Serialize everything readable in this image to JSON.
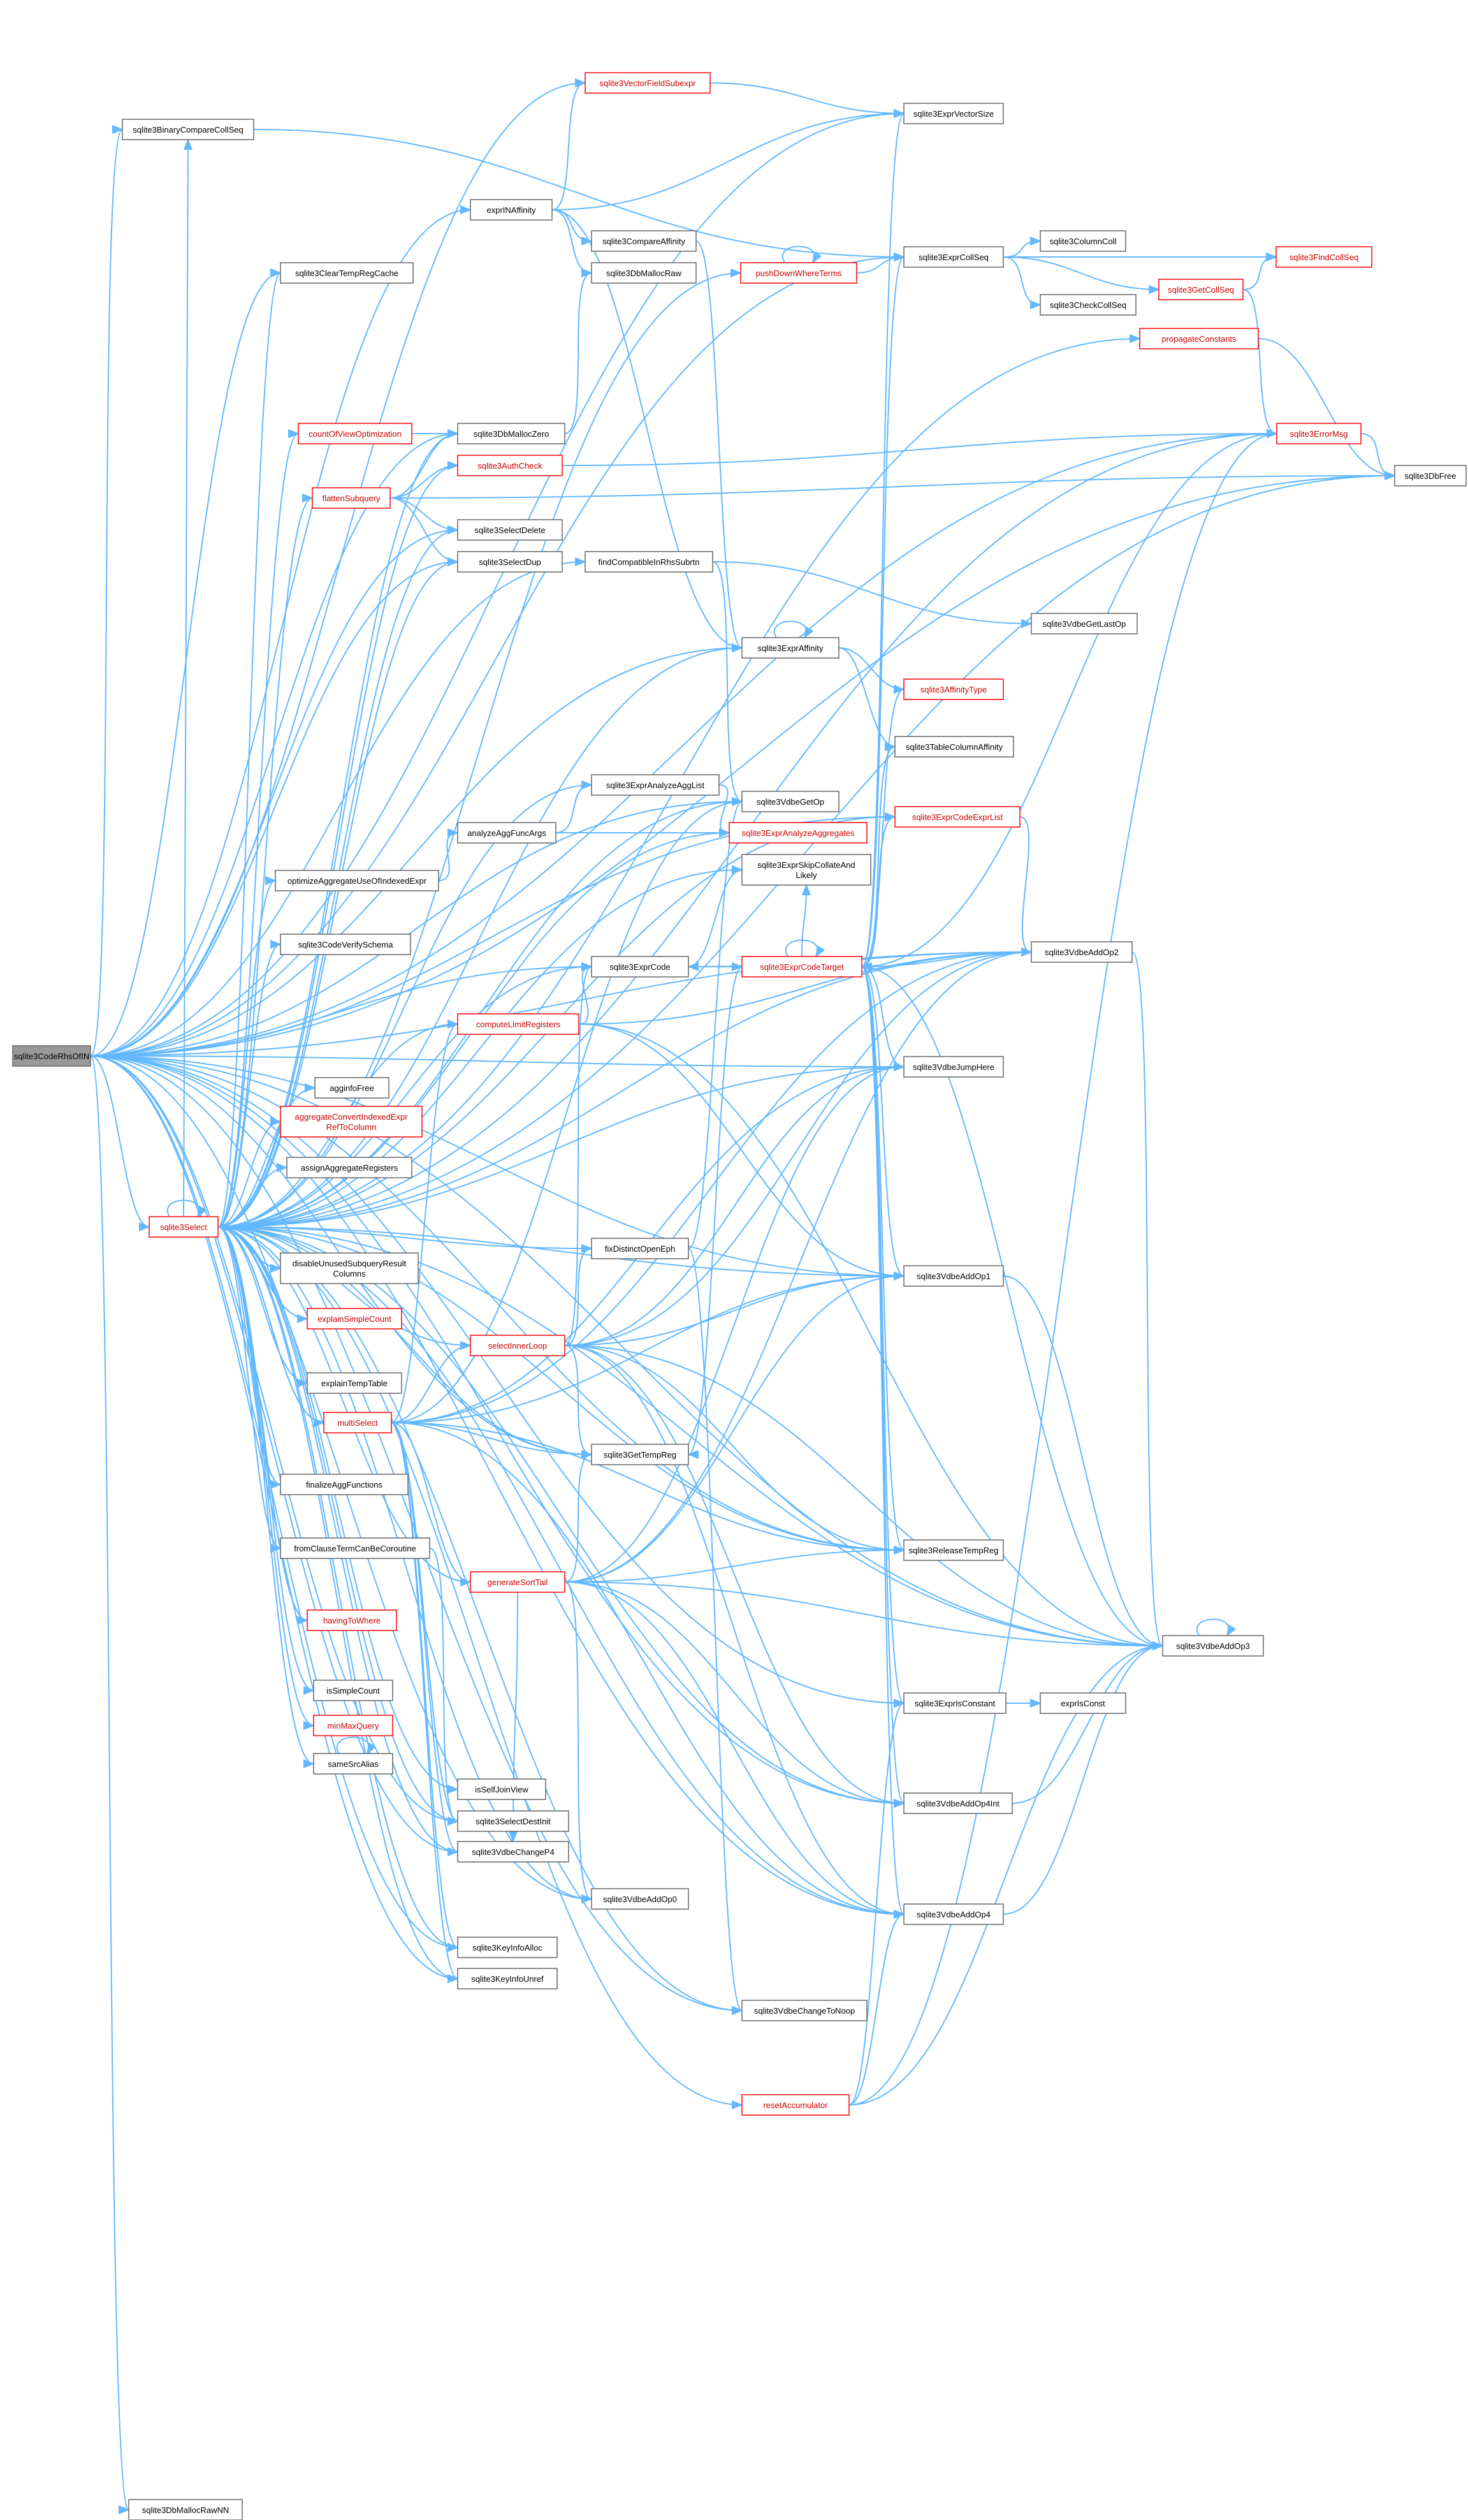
{
  "graph": {
    "nodes": [
      {
        "id": "root",
        "label": "sqlite3CodeRhsOfIN",
        "style": "root"
      },
      {
        "id": "BinCmp",
        "label": "sqlite3BinaryCompareCollSeq",
        "style": "normal"
      },
      {
        "id": "VecField",
        "label": "sqlite3VectorFieldSubexpr",
        "style": "red"
      },
      {
        "id": "VecSize",
        "label": "sqlite3ExprVectorSize",
        "style": "normal"
      },
      {
        "id": "UFree",
        "label": "sqlite3DbFree",
        "style": "normal"
      },
      {
        "id": "exprINAff",
        "label": "exprINAffinity",
        "style": "normal"
      },
      {
        "id": "CmpAff",
        "label": "sqlite3CompareAffinity",
        "style": "normal"
      },
      {
        "id": "MallocRaw",
        "label": "sqlite3DbMallocRaw",
        "style": "normal"
      },
      {
        "id": "ClearTemp",
        "label": "sqlite3ClearTempRegCache",
        "style": "normal"
      },
      {
        "id": "PushDown",
        "label": "pushDownWhereTerms",
        "style": "red"
      },
      {
        "id": "ExprCollSeq",
        "label": "sqlite3ExprCollSeq",
        "style": "normal"
      },
      {
        "id": "ColDef",
        "label": "sqlite3ColumnColl",
        "style": "normal"
      },
      {
        "id": "FindColl",
        "label": "sqlite3FindCollSeq",
        "style": "red"
      },
      {
        "id": "CheckColl",
        "label": "sqlite3CheckCollSeq",
        "style": "normal"
      },
      {
        "id": "GetColl",
        "label": "sqlite3GetCollSeq",
        "style": "red"
      },
      {
        "id": "PropConst",
        "label": "propagateConstants",
        "style": "red"
      },
      {
        "id": "CountOfView",
        "label": "countOfViewOptimization",
        "style": "red"
      },
      {
        "id": "MallocZero",
        "label": "sqlite3DbMallocZero",
        "style": "normal"
      },
      {
        "id": "ErrMsg",
        "label": "sqlite3ErrorMsg",
        "style": "red"
      },
      {
        "id": "Flatten",
        "label": "flattenSubquery",
        "style": "red"
      },
      {
        "id": "AuthCheck",
        "label": "sqlite3AuthCheck",
        "style": "red"
      },
      {
        "id": "SelDelete",
        "label": "sqlite3SelectDelete",
        "style": "normal"
      },
      {
        "id": "SelDup",
        "label": "sqlite3SelectDup",
        "style": "normal"
      },
      {
        "id": "FindCompat",
        "label": "findCompatibleInRhsSubrtn",
        "style": "normal"
      },
      {
        "id": "GetLastOp",
        "label": "sqlite3VdbeGetLastOp",
        "style": "normal"
      },
      {
        "id": "ExprAff",
        "label": "sqlite3ExprAffinity",
        "style": "normal"
      },
      {
        "id": "AffType",
        "label": "sqlite3AffinityType",
        "style": "red"
      },
      {
        "id": "TabColAff",
        "label": "sqlite3TableColumnAffinity",
        "style": "normal"
      },
      {
        "id": "AnAggList",
        "label": "sqlite3ExprAnalyzeAggList",
        "style": "normal"
      },
      {
        "id": "GetOp",
        "label": "sqlite3VdbeGetOp",
        "style": "normal"
      },
      {
        "id": "CodeExprList",
        "label": "sqlite3ExprCodeExprList",
        "style": "red"
      },
      {
        "id": "AnAggFunc",
        "label": "analyzeAggFuncArgs",
        "style": "normal"
      },
      {
        "id": "AnAggs",
        "label": "sqlite3ExprAnalyzeAggregates",
        "style": "red"
      },
      {
        "id": "OptAgg",
        "label": "optimizeAggregateUseOfIndexedExpr",
        "style": "normal"
      },
      {
        "id": "SkipColl",
        "label": "sqlite3ExprSkipCollateAnd\nLikely",
        "style": "normal"
      },
      {
        "id": "VerifySch",
        "label": "sqlite3CodeVerifySchema",
        "style": "normal"
      },
      {
        "id": "ExprCode",
        "label": "sqlite3ExprCode",
        "style": "normal"
      },
      {
        "id": "CodeTarget",
        "label": "sqlite3ExprCodeTarget",
        "style": "red"
      },
      {
        "id": "AddOp2",
        "label": "sqlite3VdbeAddOp2",
        "style": "normal"
      },
      {
        "id": "LimitRegs",
        "label": "computeLimitRegisters",
        "style": "red"
      },
      {
        "id": "AggInfoFree",
        "label": "agginfoFree",
        "style": "normal"
      },
      {
        "id": "AggConvert",
        "label": "aggregateConvertIndexedExpr\nRefToColumn",
        "style": "red"
      },
      {
        "id": "JumpHere",
        "label": "sqlite3VdbeJumpHere",
        "style": "normal"
      },
      {
        "id": "AssignAgg",
        "label": "assignAggregateRegisters",
        "style": "normal"
      },
      {
        "id": "Select",
        "label": "sqlite3Select",
        "style": "red"
      },
      {
        "id": "FixDistinct",
        "label": "fixDistinctOpenEph",
        "style": "normal"
      },
      {
        "id": "AddOp1",
        "label": "sqlite3VdbeAddOp1",
        "style": "normal"
      },
      {
        "id": "DisableUnused",
        "label": "disableUnusedSubqueryResult\nColumns",
        "style": "normal"
      },
      {
        "id": "ExplainSimple",
        "label": "explainSimpleCount",
        "style": "red"
      },
      {
        "id": "SelInner",
        "label": "selectInnerLoop",
        "style": "red"
      },
      {
        "id": "ExplainTemp",
        "label": "explainTempTable",
        "style": "normal"
      },
      {
        "id": "MultiSel",
        "label": "multiSelect",
        "style": "red"
      },
      {
        "id": "GetTempReg",
        "label": "sqlite3GetTempReg",
        "style": "normal"
      },
      {
        "id": "FinalizeAgg",
        "label": "finalizeAggFunctions",
        "style": "normal"
      },
      {
        "id": "FromClause",
        "label": "fromClauseTermCanBeCoroutine",
        "style": "normal"
      },
      {
        "id": "RelTempReg",
        "label": "sqlite3ReleaseTempReg",
        "style": "normal"
      },
      {
        "id": "GenSort",
        "label": "generateSortTail",
        "style": "red"
      },
      {
        "id": "HavingWhere",
        "label": "havingToWhere",
        "style": "red"
      },
      {
        "id": "AddOp3",
        "label": "sqlite3VdbeAddOp3",
        "style": "normal"
      },
      {
        "id": "IsSimple",
        "label": "isSimpleCount",
        "style": "normal"
      },
      {
        "id": "IsConst",
        "label": "sqlite3ExprIsConstant",
        "style": "normal"
      },
      {
        "id": "ExprIsConst",
        "label": "exprIsConst",
        "style": "normal"
      },
      {
        "id": "MinMax",
        "label": "minMaxQuery",
        "style": "red"
      },
      {
        "id": "SameSrc",
        "label": "sameSrcAlias",
        "style": "normal"
      },
      {
        "id": "IsSelfJoin",
        "label": "isSelfJoinView",
        "style": "normal"
      },
      {
        "id": "AddOp4Int",
        "label": "sqlite3VdbeAddOp4Int",
        "style": "normal"
      },
      {
        "id": "SelDestInit",
        "label": "sqlite3SelectDestInit",
        "style": "normal"
      },
      {
        "id": "ChangeP4",
        "label": "sqlite3VdbeChangeP4",
        "style": "normal"
      },
      {
        "id": "AddOp0",
        "label": "sqlite3VdbeAddOp0",
        "style": "normal"
      },
      {
        "id": "AddOp4",
        "label": "sqlite3VdbeAddOp4",
        "style": "normal"
      },
      {
        "id": "KeyAlloc",
        "label": "sqlite3KeyInfoAlloc",
        "style": "normal"
      },
      {
        "id": "KeyUnref",
        "label": "sqlite3KeyInfoUnref",
        "style": "normal"
      },
      {
        "id": "ChangeNoop",
        "label": "sqlite3VdbeChangeToNoop",
        "style": "normal"
      },
      {
        "id": "ResetAcc",
        "label": "resetAccumulator",
        "style": "red"
      },
      {
        "id": "MallocRawNN",
        "label": "sqlite3DbMallocRawNN",
        "style": "normal"
      }
    ],
    "edges": [
      [
        "root",
        "BinCmp"
      ],
      [
        "root",
        "VecField"
      ],
      [
        "root",
        "VecSize"
      ],
      [
        "root",
        "UFree"
      ],
      [
        "root",
        "exprINAff"
      ],
      [
        "root",
        "ExprCollSeq"
      ],
      [
        "root",
        "ClearTemp"
      ],
      [
        "root",
        "FindCompat"
      ],
      [
        "root",
        "ExprAff"
      ],
      [
        "root",
        "GetOp"
      ],
      [
        "root",
        "CodeExprList"
      ],
      [
        "root",
        "ExprCode"
      ],
      [
        "root",
        "AddOp2"
      ],
      [
        "root",
        "JumpHere"
      ],
      [
        "root",
        "Select"
      ],
      [
        "root",
        "AddOp1"
      ],
      [
        "root",
        "GetTempReg"
      ],
      [
        "root",
        "RelTempReg"
      ],
      [
        "root",
        "AddOp3"
      ],
      [
        "root",
        "IsConst"
      ],
      [
        "root",
        "AddOp4Int"
      ],
      [
        "root",
        "SelDestInit"
      ],
      [
        "root",
        "ChangeP4"
      ],
      [
        "root",
        "AddOp0"
      ],
      [
        "root",
        "AddOp4"
      ],
      [
        "root",
        "KeyAlloc"
      ],
      [
        "root",
        "KeyUnref"
      ],
      [
        "root",
        "ChangeNoop"
      ],
      [
        "root",
        "MallocRawNN"
      ],
      [
        "root",
        "ErrMsg"
      ],
      [
        "root",
        "SelDelete"
      ],
      [
        "root",
        "SelDup"
      ],
      [
        "root",
        "MallocZero"
      ],
      [
        "BinCmp",
        "ExprCollSeq"
      ],
      [
        "VecField",
        "VecSize"
      ],
      [
        "exprINAff",
        "VecSize"
      ],
      [
        "exprINAff",
        "VecField"
      ],
      [
        "exprINAff",
        "CmpAff"
      ],
      [
        "exprINAff",
        "MallocRaw"
      ],
      [
        "exprINAff",
        "ExprAff"
      ],
      [
        "CmpAff",
        "ExprAff"
      ],
      [
        "PushDown",
        "PushDown"
      ],
      [
        "PushDown",
        "ExprCollSeq"
      ],
      [
        "ExprCollSeq",
        "ColDef"
      ],
      [
        "ExprCollSeq",
        "CheckColl"
      ],
      [
        "ExprCollSeq",
        "GetColl"
      ],
      [
        "ExprCollSeq",
        "FindColl"
      ],
      [
        "GetColl",
        "FindColl"
      ],
      [
        "GetColl",
        "ErrMsg"
      ],
      [
        "PropConst",
        "UFree"
      ],
      [
        "ErrMsg",
        "UFree"
      ],
      [
        "CountOfView",
        "MallocZero"
      ],
      [
        "MallocZero",
        "MallocRaw"
      ],
      [
        "AuthCheck",
        "ErrMsg"
      ],
      [
        "Flatten",
        "MallocZero"
      ],
      [
        "Flatten",
        "AuthCheck"
      ],
      [
        "Flatten",
        "SelDelete"
      ],
      [
        "Flatten",
        "SelDup"
      ],
      [
        "Flatten",
        "UFree"
      ],
      [
        "FindCompat",
        "GetLastOp"
      ],
      [
        "FindCompat",
        "GetOp"
      ],
      [
        "ExprAff",
        "ExprAff"
      ],
      [
        "ExprAff",
        "AffType"
      ],
      [
        "ExprAff",
        "TabColAff"
      ],
      [
        "AnAggList",
        "AnAggs"
      ],
      [
        "AnAggFunc",
        "AnAggList"
      ],
      [
        "AnAggFunc",
        "AnAggs"
      ],
      [
        "OptAgg",
        "AnAggFunc"
      ],
      [
        "ExprCode",
        "CodeTarget"
      ],
      [
        "ExprCode",
        "SkipColl"
      ],
      [
        "ExprCode",
        "AddOp2"
      ],
      [
        "CodeTarget",
        "CodeTarget"
      ],
      [
        "CodeTarget",
        "ExprCode"
      ],
      [
        "CodeTarget",
        "AddOp2"
      ],
      [
        "CodeTarget",
        "AddOp3"
      ],
      [
        "CodeTarget",
        "AddOp1"
      ],
      [
        "CodeTarget",
        "JumpHere"
      ],
      [
        "CodeTarget",
        "AddOp4"
      ],
      [
        "CodeTarget",
        "AddOp4Int"
      ],
      [
        "CodeTarget",
        "RelTempReg"
      ],
      [
        "CodeTarget",
        "GetTempReg"
      ],
      [
        "CodeTarget",
        "ExprCollSeq"
      ],
      [
        "CodeTarget",
        "VecSize"
      ],
      [
        "CodeTarget",
        "TabColAff"
      ],
      [
        "CodeTarget",
        "ErrMsg"
      ],
      [
        "CodeTarget",
        "CodeExprList"
      ],
      [
        "CodeTarget",
        "AffType"
      ],
      [
        "CodeTarget",
        "IsConst"
      ],
      [
        "CodeTarget",
        "SkipColl"
      ],
      [
        "CodeExprList",
        "AddOp2"
      ],
      [
        "CodeExprList",
        "CodeTarget"
      ],
      [
        "AddOp2",
        "AddOp3"
      ],
      [
        "AddOp4",
        "AddOp3"
      ],
      [
        "AddOp4Int",
        "AddOp3"
      ],
      [
        "AddOp1",
        "AddOp3"
      ],
      [
        "AddOp3",
        "AddOp3"
      ],
      [
        "IsConst",
        "ExprIsConst"
      ],
      [
        "LimitRegs",
        "ExprCode"
      ],
      [
        "LimitRegs",
        "AddOp2"
      ],
      [
        "LimitRegs",
        "AddOp3"
      ],
      [
        "LimitRegs",
        "AddOp1"
      ],
      [
        "SelInner",
        "AddOp2"
      ],
      [
        "SelInner",
        "AddOp3"
      ],
      [
        "SelInner",
        "AddOp1"
      ],
      [
        "SelInner",
        "AddOp4"
      ],
      [
        "SelInner",
        "AddOp4Int"
      ],
      [
        "SelInner",
        "GetTempReg"
      ],
      [
        "SelInner",
        "RelTempReg"
      ],
      [
        "SelInner",
        "ExprCode"
      ],
      [
        "SelInner",
        "FixDistinct"
      ],
      [
        "SelInner",
        "JumpHere"
      ],
      [
        "FixDistinct",
        "GetOp"
      ],
      [
        "FixDistinct",
        "ChangeNoop"
      ],
      [
        "MultiSel",
        "Select"
      ],
      [
        "MultiSel",
        "SelInner"
      ],
      [
        "MultiSel",
        "LimitRegs"
      ],
      [
        "MultiSel",
        "GenSort"
      ],
      [
        "MultiSel",
        "AddOp2"
      ],
      [
        "MultiSel",
        "AddOp1"
      ],
      [
        "MultiSel",
        "GetTempReg"
      ],
      [
        "MultiSel",
        "RelTempReg"
      ],
      [
        "MultiSel",
        "KeyAlloc"
      ],
      [
        "MultiSel",
        "KeyUnref"
      ],
      [
        "MultiSel",
        "SelDestInit"
      ],
      [
        "MultiSel",
        "ChangeP4"
      ],
      [
        "MultiSel",
        "AddOp4"
      ],
      [
        "MultiSel",
        "JumpHere"
      ],
      [
        "MultiSel",
        "GetOp"
      ],
      [
        "GenSort",
        "AddOp2"
      ],
      [
        "GenSort",
        "AddOp3"
      ],
      [
        "GenSort",
        "AddOp1"
      ],
      [
        "GenSort",
        "AddOp4"
      ],
      [
        "GenSort",
        "AddOp4Int"
      ],
      [
        "GenSort",
        "GetTempReg"
      ],
      [
        "GenSort",
        "RelTempReg"
      ],
      [
        "GenSort",
        "JumpHere"
      ],
      [
        "GenSort",
        "AddOp0"
      ],
      [
        "GenSort",
        "ChangeP4"
      ],
      [
        "ResetAcc",
        "AddOp3"
      ],
      [
        "ResetAcc",
        "AddOp4"
      ],
      [
        "ResetAcc",
        "ErrMsg"
      ],
      [
        "ResetAcc",
        "IsConst"
      ],
      [
        "SameSrc",
        "SameSrc"
      ],
      [
        "FromClause",
        "SelDestInit"
      ],
      [
        "Select",
        "Select"
      ],
      [
        "Select",
        "BinCmp"
      ],
      [
        "Select",
        "ClearTemp"
      ],
      [
        "Select",
        "PushDown"
      ],
      [
        "Select",
        "PropConst"
      ],
      [
        "Select",
        "CountOfView"
      ],
      [
        "Select",
        "Flatten"
      ],
      [
        "Select",
        "SelDelete"
      ],
      [
        "Select",
        "SelDup"
      ],
      [
        "Select",
        "ErrMsg"
      ],
      [
        "Select",
        "AuthCheck"
      ],
      [
        "Select",
        "ExprAff"
      ],
      [
        "Select",
        "AnAggList"
      ],
      [
        "Select",
        "AnAggs"
      ],
      [
        "Select",
        "OptAgg"
      ],
      [
        "Select",
        "SkipColl"
      ],
      [
        "Select",
        "VerifySch"
      ],
      [
        "Select",
        "ExprCode"
      ],
      [
        "Select",
        "AddOp2"
      ],
      [
        "Select",
        "LimitRegs"
      ],
      [
        "Select",
        "AggInfoFree"
      ],
      [
        "Select",
        "AggConvert"
      ],
      [
        "Select",
        "JumpHere"
      ],
      [
        "Select",
        "AssignAgg"
      ],
      [
        "Select",
        "FixDistinct"
      ],
      [
        "Select",
        "AddOp1"
      ],
      [
        "Select",
        "DisableUnused"
      ],
      [
        "Select",
        "ExplainSimple"
      ],
      [
        "Select",
        "SelInner"
      ],
      [
        "Select",
        "ExplainTemp"
      ],
      [
        "Select",
        "MultiSel"
      ],
      [
        "Select",
        "GetTempReg"
      ],
      [
        "Select",
        "FinalizeAgg"
      ],
      [
        "Select",
        "FromClause"
      ],
      [
        "Select",
        "RelTempReg"
      ],
      [
        "Select",
        "GenSort"
      ],
      [
        "Select",
        "HavingWhere"
      ],
      [
        "Select",
        "AddOp3"
      ],
      [
        "Select",
        "IsSimple"
      ],
      [
        "Select",
        "MinMax"
      ],
      [
        "Select",
        "SameSrc"
      ],
      [
        "Select",
        "IsSelfJoin"
      ],
      [
        "Select",
        "AddOp4Int"
      ],
      [
        "Select",
        "SelDestInit"
      ],
      [
        "Select",
        "ChangeP4"
      ],
      [
        "Select",
        "AddOp0"
      ],
      [
        "Select",
        "AddOp4"
      ],
      [
        "Select",
        "KeyAlloc"
      ],
      [
        "Select",
        "KeyUnref"
      ],
      [
        "Select",
        "ChangeNoop"
      ],
      [
        "Select",
        "ResetAcc"
      ],
      [
        "Select",
        "MallocZero"
      ],
      [
        "Select",
        "UFree"
      ],
      [
        "Select",
        "CodeExprList"
      ],
      [
        "Select",
        "GetOp"
      ]
    ]
  }
}
